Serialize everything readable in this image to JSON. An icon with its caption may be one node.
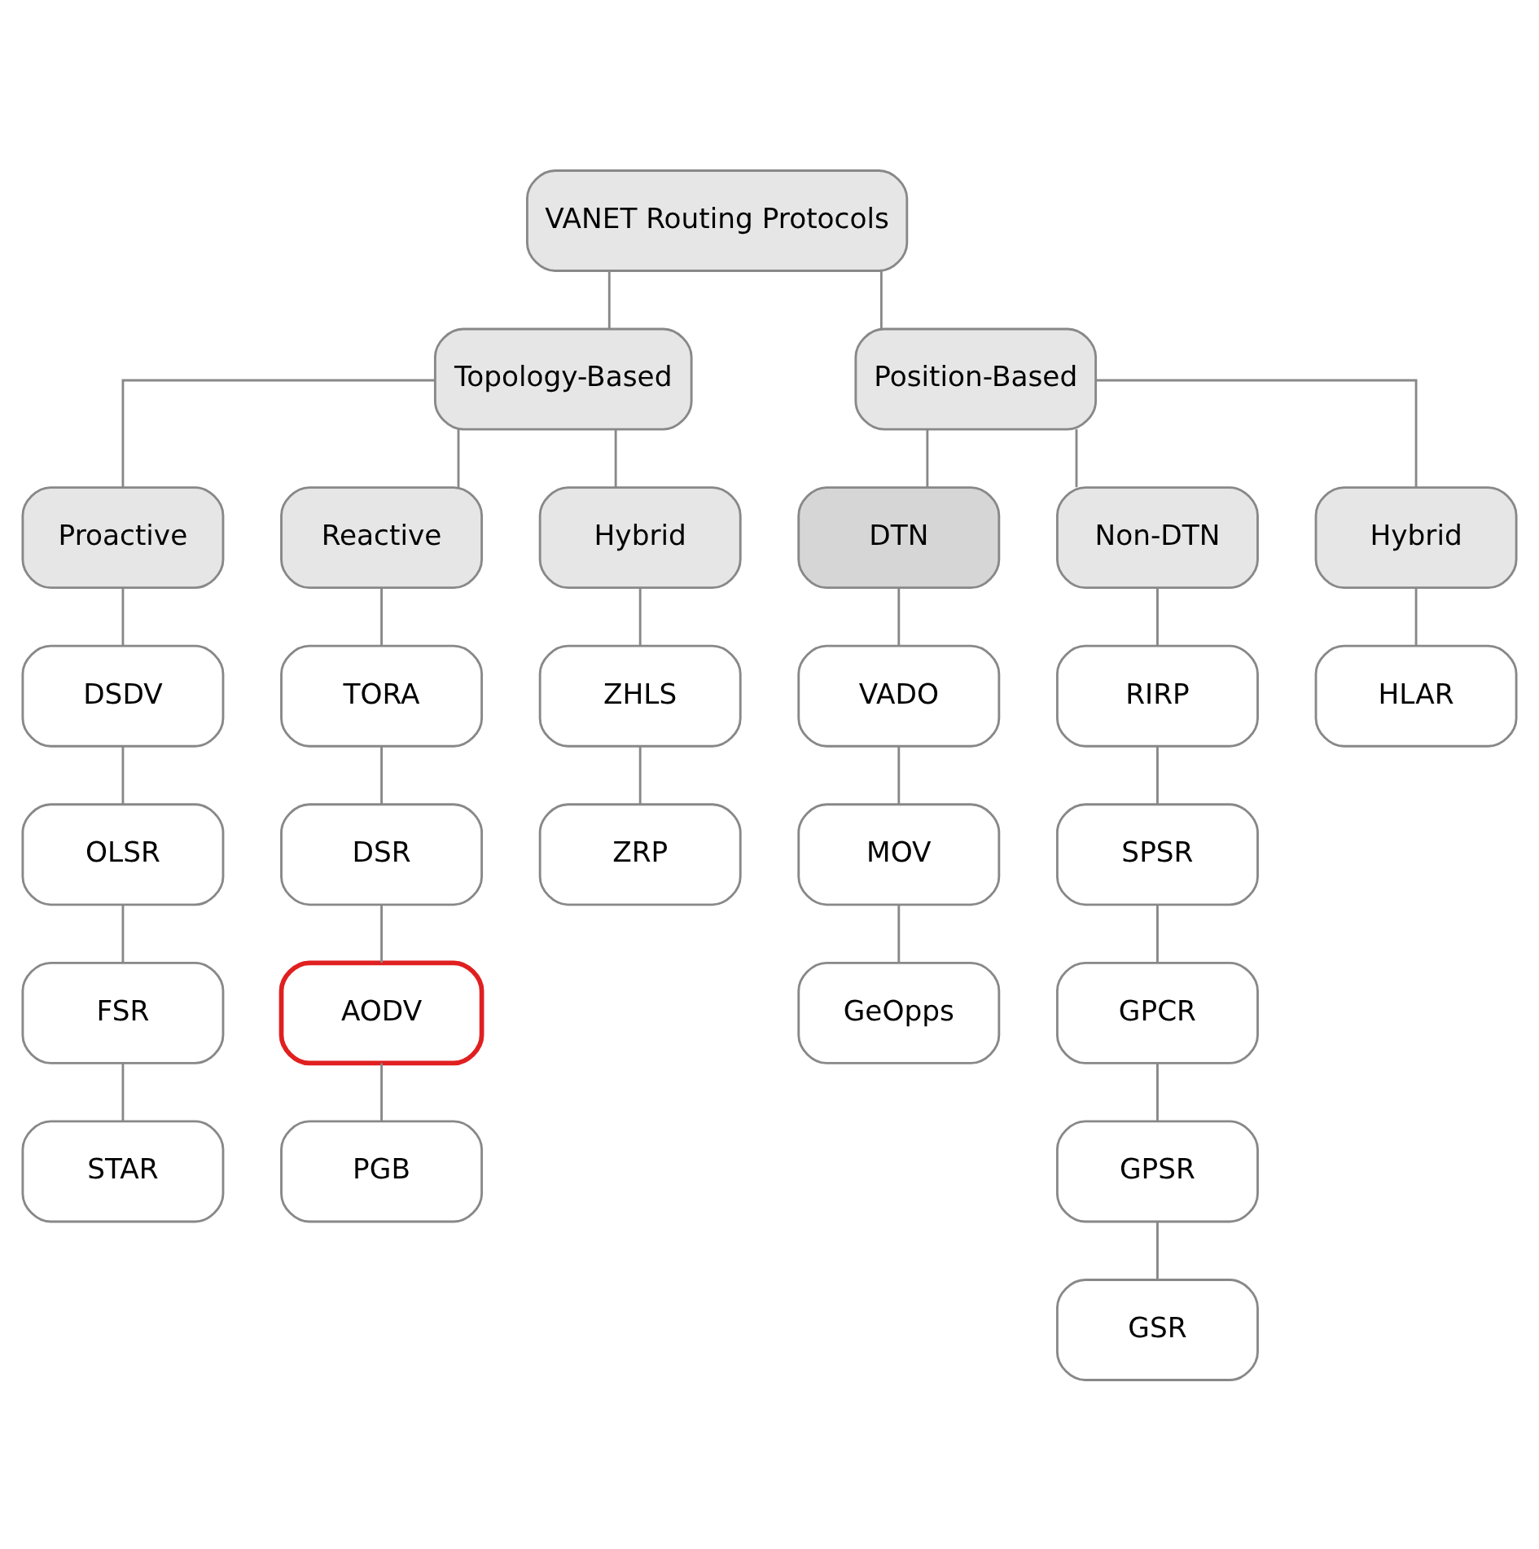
{
  "diagram": {
    "nodes": [
      {
        "text": [
          "VANET Routing Protocols"
        ]
      },
      {
        "text": [
          "Topology-Based"
        ]
      },
      {
        "text": [
          "Position-Based"
        ]
      },
      {
        "text": [
          "Proactive"
        ]
      },
      {
        "text": [
          "Reactive"
        ]
      },
      {
        "text": [
          "Hybrid"
        ]
      },
      {
        "text": [
          "DTN"
        ]
      },
      {
        "text": [
          "Non-DTN"
        ]
      },
      {
        "text": [
          "Hybrid"
        ]
      },
      {
        "text": [
          "DSDV"
        ]
      },
      {
        "text": [
          "OLSR"
        ]
      },
      {
        "text": [
          "FSR"
        ]
      },
      {
        "text": [
          "STAR"
        ]
      },
      {
        "text": [
          "TORA"
        ]
      },
      {
        "text": [
          "DSR"
        ]
      },
      {
        "text": [
          "AODV"
        ]
      },
      {
        "text": [
          "PGB"
        ]
      },
      {
        "text": [
          "ZHLS"
        ]
      },
      {
        "text": [
          "ZRP"
        ]
      },
      {
        "text": [
          "VADO"
        ]
      },
      {
        "text": [
          "MOV"
        ]
      },
      {
        "text": [
          "GeOpps"
        ]
      },
      {
        "text": [
          "RIRP"
        ]
      },
      {
        "text": [
          "SPSR"
        ]
      },
      {
        "text": [
          "GPCR"
        ]
      },
      {
        "text": [
          "GPSR"
        ]
      },
      {
        "text": [
          "GSR"
        ]
      },
      {
        "text": [
          "HLAR"
        ]
      }
    ],
    "edges": [
      {
        "from": 0,
        "to": 1,
        "arrow": "none"
      },
      {
        "from": 0,
        "to": 2,
        "arrow": "none"
      },
      {
        "from": 1,
        "to": 3,
        "arrow": "none"
      },
      {
        "from": 1,
        "to": 4,
        "arrow": "none"
      },
      {
        "from": 1,
        "to": 5,
        "arrow": "none"
      },
      {
        "from": 2,
        "to": 6,
        "arrow": "none"
      },
      {
        "from": 2,
        "to": 7,
        "arrow": "none"
      },
      {
        "from": 2,
        "to": 8,
        "arrow": "none"
      },
      {
        "from": 3,
        "to": 9,
        "arrow": "none"
      },
      {
        "from": 9,
        "to": 10,
        "arrow": "none"
      },
      {
        "from": 10,
        "to": 11,
        "arrow": "none"
      },
      {
        "from": 11,
        "to": 12,
        "arrow": "none"
      },
      {
        "from": 4,
        "to": 13,
        "arrow": "none"
      },
      {
        "from": 13,
        "to": 14,
        "arrow": "none"
      },
      {
        "from": 14,
        "to": 15,
        "arrow": "none"
      },
      {
        "from": 15,
        "to": 16,
        "arrow": "none"
      },
      {
        "from": 5,
        "to": 17,
        "arrow": "none"
      },
      {
        "from": 17,
        "to": 18,
        "arrow": "none"
      },
      {
        "from": 6,
        "to": 19,
        "arrow": "none"
      },
      {
        "from": 19,
        "to": 20,
        "arrow": "none"
      },
      {
        "from": 20,
        "to": 21,
        "arrow": "none"
      },
      {
        "from": 7,
        "to": 22,
        "arrow": "none"
      },
      {
        "from": 22,
        "to": 23,
        "arrow": "none"
      },
      {
        "from": 23,
        "to": 24,
        "arrow": "none"
      },
      {
        "from": 24,
        "to": 25,
        "arrow": "none"
      },
      {
        "from": 25,
        "to": 26,
        "arrow": "none"
      },
      {
        "from": 8,
        "to": 27,
        "arrow": "none"
      }
    ]
  }
}
